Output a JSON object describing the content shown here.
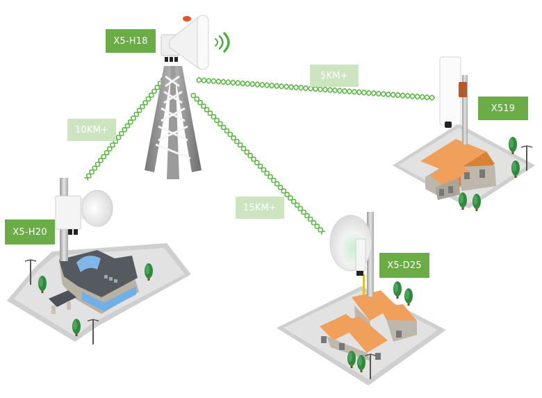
{
  "diagram": {
    "title": "Long-range wireless point-to-multipoint network",
    "colors": {
      "device_label_bg": "#6aac45",
      "distance_label_bg": "#cce4bf",
      "signal_wave": "#5cb946",
      "ground": "#d8d8d8",
      "roof_orange": "#f0a05a",
      "tree_green": "#2e8a3c",
      "tower_gray": "#8e8e8e"
    },
    "nodes": [
      {
        "id": "x5-h18",
        "label": "X5-H18",
        "role": "base-station",
        "site": "tower"
      },
      {
        "id": "x519",
        "label": "X519",
        "role": "client",
        "site": "houses"
      },
      {
        "id": "x5-h20",
        "label": "X5-H20",
        "role": "client",
        "site": "office-building"
      },
      {
        "id": "x5-d25",
        "label": "X5-D25",
        "role": "client",
        "site": "houses"
      }
    ],
    "links": [
      {
        "from": "x5-h18",
        "to": "x519",
        "distance": "5KM+"
      },
      {
        "from": "x5-h18",
        "to": "x5-h20",
        "distance": "10KM+"
      },
      {
        "from": "x5-h18",
        "to": "x5-d25",
        "distance": "15KM+"
      }
    ],
    "icons": {
      "signal": "wifi-signal-icon",
      "tree": "tree-icon",
      "lamp": "street-lamp-icon"
    }
  }
}
